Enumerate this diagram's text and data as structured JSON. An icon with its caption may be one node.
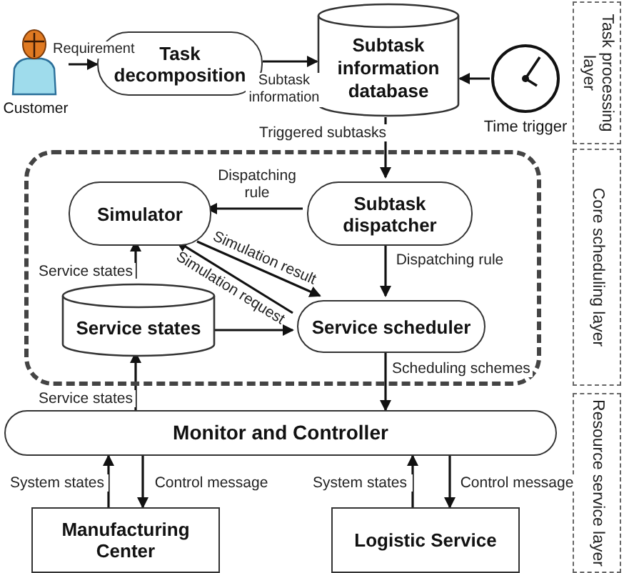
{
  "diagram": {
    "nodes": [
      {
        "text": [
          "Customer"
        ]
      },
      {
        "text": [
          "Task decomposition"
        ]
      },
      {
        "text": [
          "Subtask information database"
        ]
      },
      {
        "text": [
          "Time trigger"
        ]
      },
      {
        "text": [],
        "shape": "box"
      },
      {
        "text": [
          "Simulator"
        ],
        "in": 4
      },
      {
        "text": [
          "Subtask dispatcher"
        ],
        "in": 4
      },
      {
        "text": [
          "Service states"
        ],
        "in": 4
      },
      {
        "text": [
          "Service scheduler"
        ],
        "in": 4
      },
      {
        "text": [
          "Monitor and Controller"
        ]
      },
      {
        "text": [
          "Manufacturing Center"
        ]
      },
      {
        "text": [
          "Logistic Service"
        ]
      },
      {
        "text": [
          "Task processing layer"
        ]
      },
      {
        "text": [
          "Core scheduling layer"
        ]
      },
      {
        "text": [
          "Resource service layer"
        ]
      }
    ],
    "edges": [
      {
        "from": 0,
        "to": 1,
        "arrow": "to",
        "label": "Requirement"
      },
      {
        "from": 1,
        "to": 2,
        "arrow": "to",
        "label": "Subtask information"
      },
      {
        "from": 3,
        "to": 2,
        "arrow": "to"
      },
      {
        "from": 2,
        "to": 6,
        "arrow": "to",
        "label": "Triggered subtasks"
      },
      {
        "from": 6,
        "to": 5,
        "arrow": "to",
        "label": "Dispatching rule"
      },
      {
        "from": 6,
        "to": 8,
        "arrow": "to",
        "label": "Dispatching rule"
      },
      {
        "from": 5,
        "to": 8,
        "arrow": "to",
        "label": "Simulation result"
      },
      {
        "from": 8,
        "to": 5,
        "arrow": "to",
        "label": "Simulation request"
      },
      {
        "from": 7,
        "to": 5,
        "arrow": "to",
        "label": "Service states"
      },
      {
        "from": 7,
        "to": 8,
        "arrow": "to"
      },
      {
        "from": 9,
        "to": 7,
        "arrow": "to",
        "label": "Service states"
      },
      {
        "from": 8,
        "to": 9,
        "arrow": "to",
        "label": "Scheduling schemes"
      },
      {
        "from": 10,
        "to": 9,
        "arrow": "to",
        "label": "System states"
      },
      {
        "from": 9,
        "to": 10,
        "arrow": "to",
        "label": "Control message"
      },
      {
        "from": 11,
        "to": 9,
        "arrow": "to",
        "label": "System states"
      },
      {
        "from": 9,
        "to": 11,
        "arrow": "to",
        "label": "Control message"
      }
    ]
  }
}
